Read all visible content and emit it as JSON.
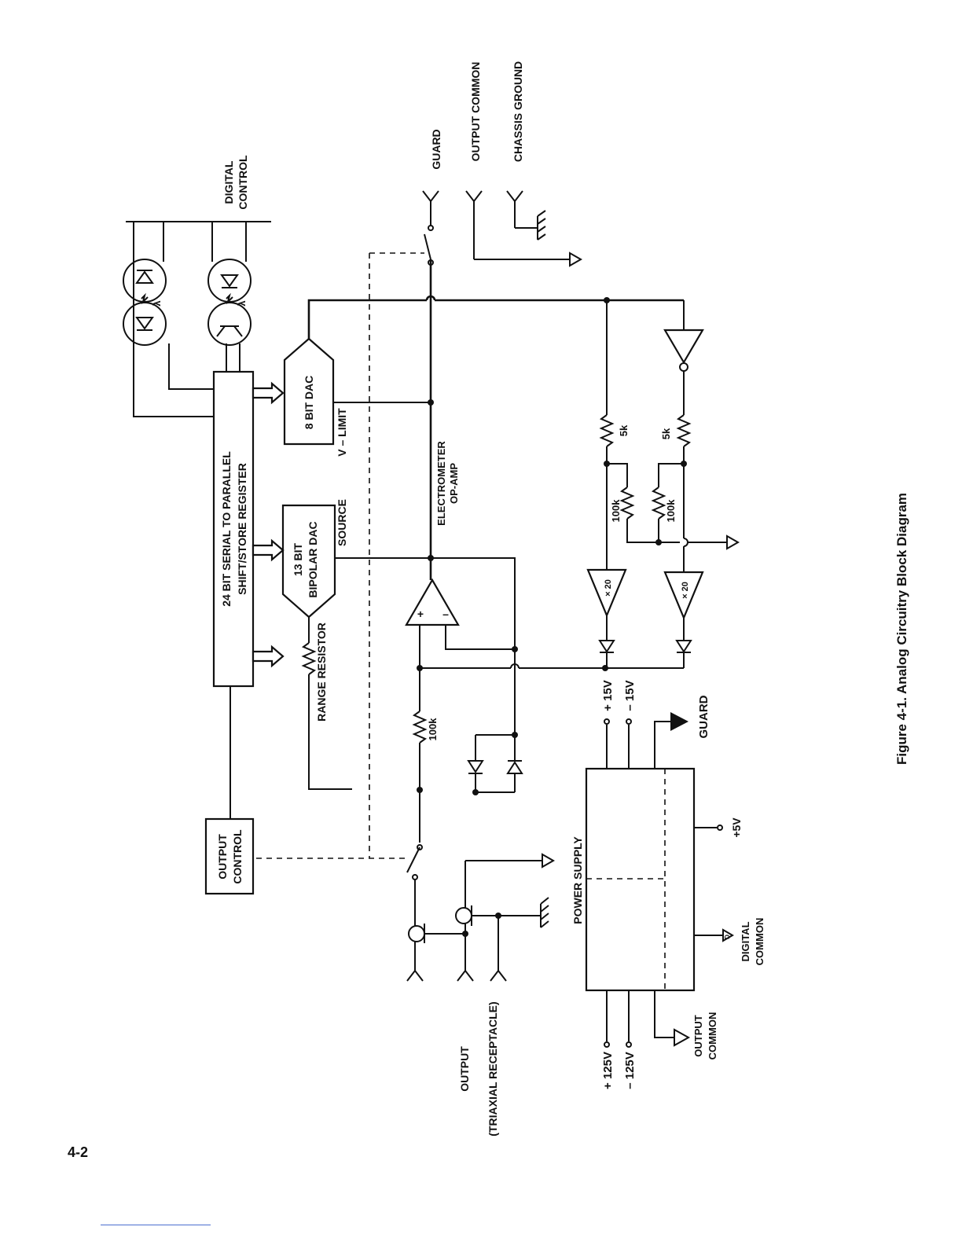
{
  "figure": {
    "caption": "Figure 4-1. Analog Circuitry Block Diagram",
    "page_number": "4-2"
  },
  "blocks": {
    "shift_register_line1": "24 BIT SERIAL TO PARALLEL",
    "shift_register_line2": "SHIFT/STORE REGISTER",
    "output_control_line1": "OUTPUT",
    "output_control_line2": "CONTROL",
    "bipolar_dac_line1": "13 BIT",
    "bipolar_dac_line2": "BIPOLAR DAC",
    "dac_8bit": "8 BIT DAC",
    "power_supply": "POWER SUPPLY"
  },
  "labels": {
    "digital_control_line1": "DIGITAL",
    "digital_control_line2": "CONTROL",
    "range_resistor": "RANGE RESISTOR",
    "source": "SOURCE",
    "v_limit": "V – LIMIT",
    "electrometer_line1": "ELECTROMETER",
    "electrometer_line2": "OP-AMP",
    "guard_top": "GUARD",
    "output_common_top": "OUTPUT COMMON",
    "chassis_ground": "CHASSIS GROUND",
    "output_line1": "OUTPUT",
    "output_line2": "(TRIAXIAL RECEPTACLE)",
    "plus_125v": "+ 125V",
    "minus_125v": "– 125V",
    "output_common_bottom_line1": "OUTPUT",
    "output_common_bottom_line2": "COMMON",
    "digital_common_line1": "DIGITAL",
    "digital_common_line2": "COMMON",
    "plus_5v": "+5V",
    "plus_15v": "+ 15V",
    "minus_15v": "– 15V",
    "guard_supply": "GUARD"
  },
  "components": {
    "r_100k_feedback": "100k",
    "r_100k_upper": "100k",
    "r_100k_lower": "100k",
    "r_5k_upper": "5k",
    "r_5k_lower": "5k",
    "amp_gain_upper": "× 20",
    "amp_gain_lower": "× 20",
    "lambda_upper": "λ",
    "lambda_lower": "λ"
  }
}
